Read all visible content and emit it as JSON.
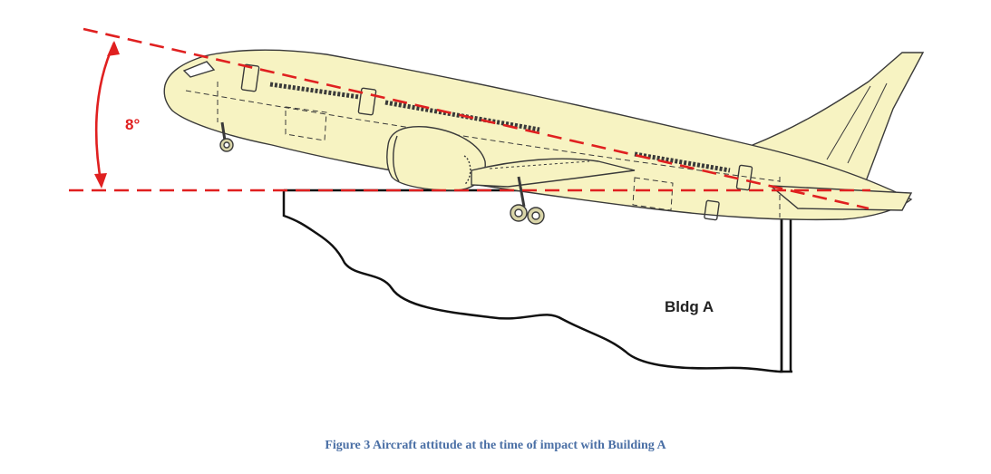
{
  "figure": {
    "angle_label": "8°",
    "building_label": "Bldg A",
    "caption": "Figure 3 Aircraft attitude at the time of impact with Building A"
  },
  "colors": {
    "reference_lines": "#e02020",
    "aircraft_fill": "#f7f3c2",
    "aircraft_outline": "#3a3a3a",
    "building_outline": "#111111",
    "caption": "#4a6fa5"
  },
  "attitude": {
    "pitch_angle_degrees": 8
  }
}
